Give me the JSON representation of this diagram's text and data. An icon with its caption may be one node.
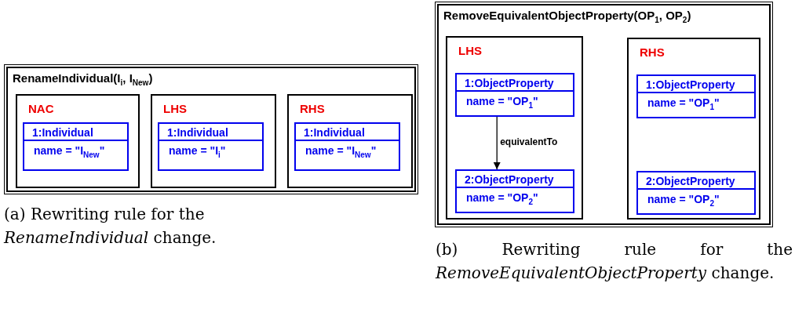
{
  "diagram": {
    "nodes": [
      {
        "text": [
          "RenameIndividual(I$_{i}$, I$_{New}$)"
        ]
      },
      {
        "text": [
          "NAC"
        ],
        "in": 0
      },
      {
        "text": [
          "1:Individual",
          "name = \"I$_{New}$\""
        ],
        "in": 1
      },
      {
        "text": [
          "LHS"
        ],
        "in": 0
      },
      {
        "text": [
          "1:Individual",
          "name = \"I$_{i}$\""
        ],
        "in": 3
      },
      {
        "text": [
          "RHS"
        ],
        "in": 0
      },
      {
        "text": [
          "1:Individual",
          "name = \"I$_{New}$\""
        ],
        "in": 5
      },
      {
        "text": [
          "RemoveEquivalentObjectProperty(OP$_{1}$, OP$_{2}$)"
        ]
      },
      {
        "text": [
          "LHS"
        ],
        "in": 7
      },
      {
        "text": [
          "1:ObjectProperty",
          "name = \"OP$_{1}$\""
        ],
        "in": 8
      },
      {
        "text": [
          "2:ObjectProperty",
          "name = \"OP$_{2}$\""
        ],
        "in": 8
      },
      {
        "text": [
          "RHS"
        ],
        "in": 7
      },
      {
        "text": [
          "1:ObjectProperty",
          "name = \"OP$_{1}$\""
        ],
        "in": 11
      },
      {
        "text": [
          "2:ObjectProperty",
          "name = \"OP$_{2}$\""
        ],
        "in": 11
      }
    ],
    "edges": [
      {
        "from": 9,
        "to": 10,
        "arrow": "to",
        "label": "equivalentTo"
      }
    ],
    "labels": [
      "(a) Rewriting rule for the *RenameIndividual* change.",
      "(b) Rewriting rule for the *RemoveEquivalentObjectProperty* change."
    ]
  }
}
